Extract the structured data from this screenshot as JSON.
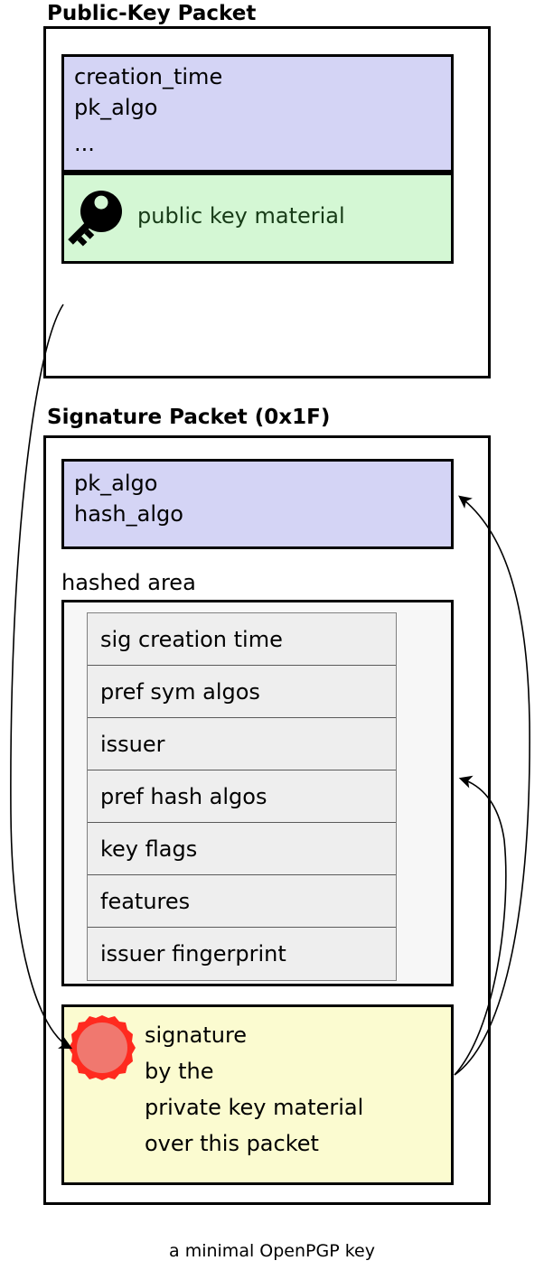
{
  "caption": "a minimal OpenPGP key",
  "colors": {
    "blue_fill": "#d4d4f5",
    "green_fill": "#d4f7d4",
    "yellow_fill": "#fbfbd0",
    "grey_fill": "#f7f7f7",
    "subpacket_fill": "#eeeeee",
    "seal_outer": "#ff2a1f",
    "seal_inner": "#f0786f",
    "key_icon": "#000000",
    "stroke": "#000000"
  },
  "public_key_packet": {
    "title": "Public-Key Packet",
    "header_fields": {
      "line1": "creation_time",
      "line2": "pk_algo",
      "line3": "..."
    },
    "key_material": {
      "icon": "key-icon",
      "label": "public key material"
    }
  },
  "signature_packet": {
    "title": "Signature Packet (0x1F)",
    "algo_fields": {
      "line1": "pk_algo",
      "line2": "hash_algo"
    },
    "hashed_area": {
      "label": "hashed area",
      "subpackets": [
        "sig creation time",
        "pref sym algos",
        "issuer",
        "pref hash algos",
        "key flags",
        "features",
        "issuer fingerprint"
      ]
    },
    "signature_block": {
      "icon": "seal-icon",
      "line1": "signature",
      "line2": "by the",
      "line3": "private key material",
      "line4": "over this packet"
    }
  }
}
